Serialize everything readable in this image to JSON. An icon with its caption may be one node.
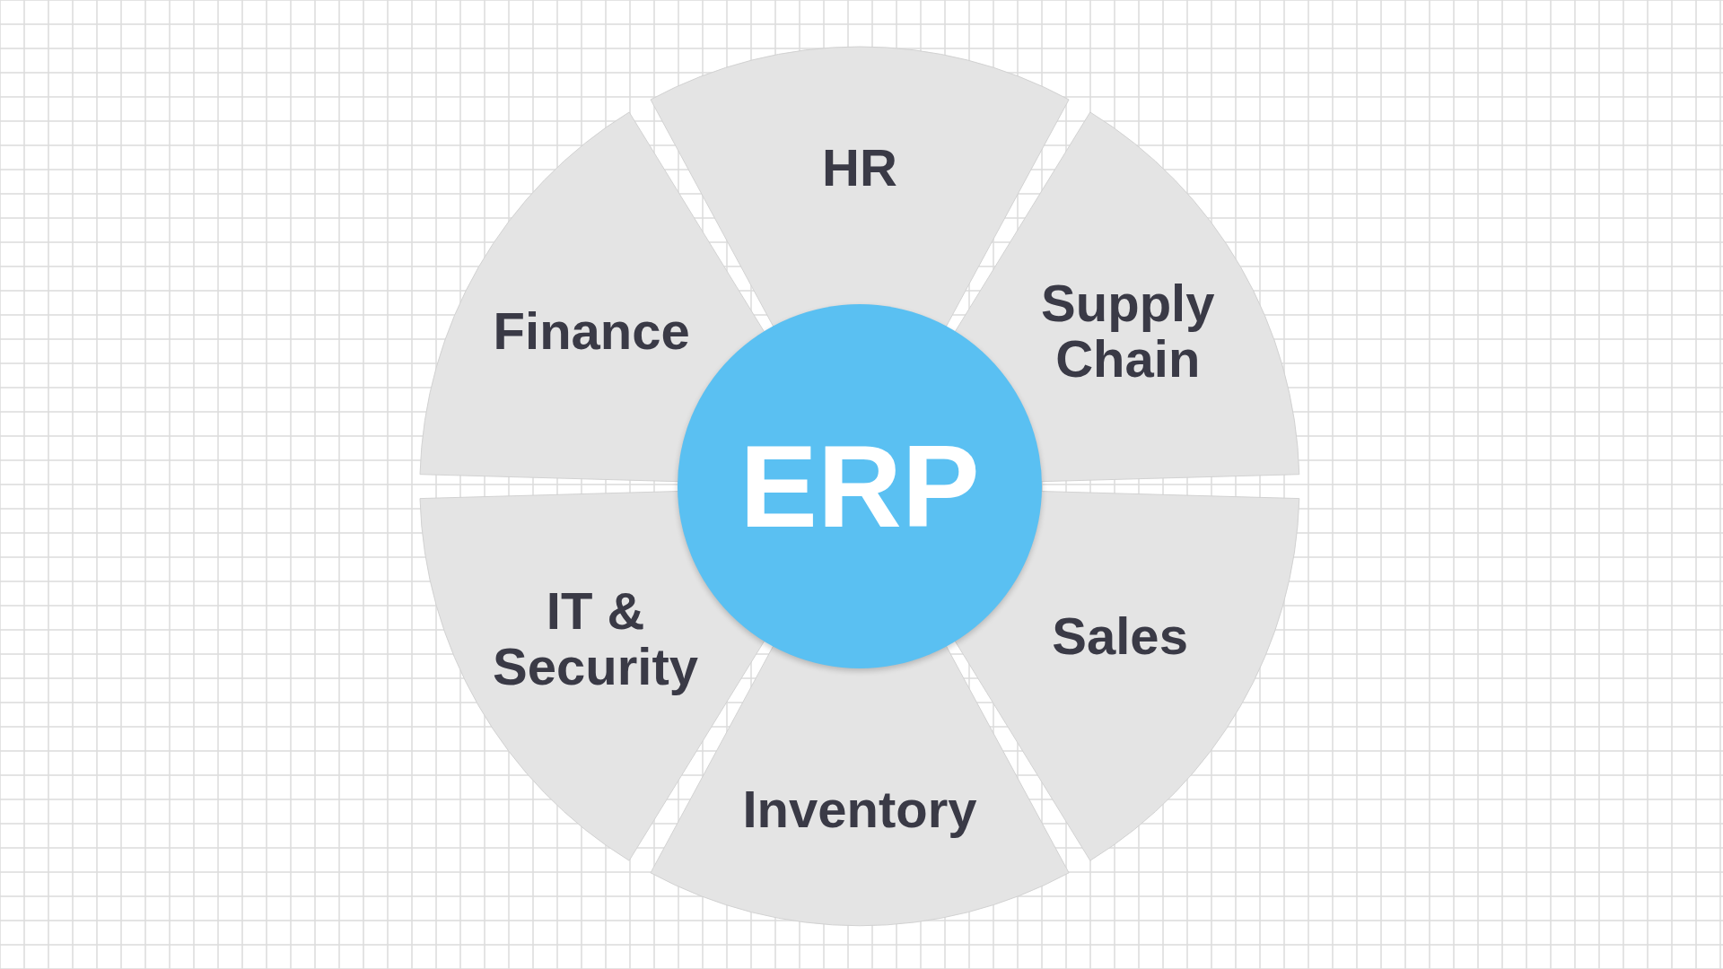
{
  "diagram": {
    "nodes": [
      {
        "text": [
          "ERP"
        ]
      },
      {
        "text": [
          "HR"
        ]
      },
      {
        "text": [
          "Supply Chain"
        ]
      },
      {
        "text": [
          "Sales"
        ]
      },
      {
        "text": [
          "Inventory"
        ]
      },
      {
        "text": [
          "IT & Security"
        ]
      },
      {
        "text": [
          "Finance"
        ]
      }
    ]
  }
}
